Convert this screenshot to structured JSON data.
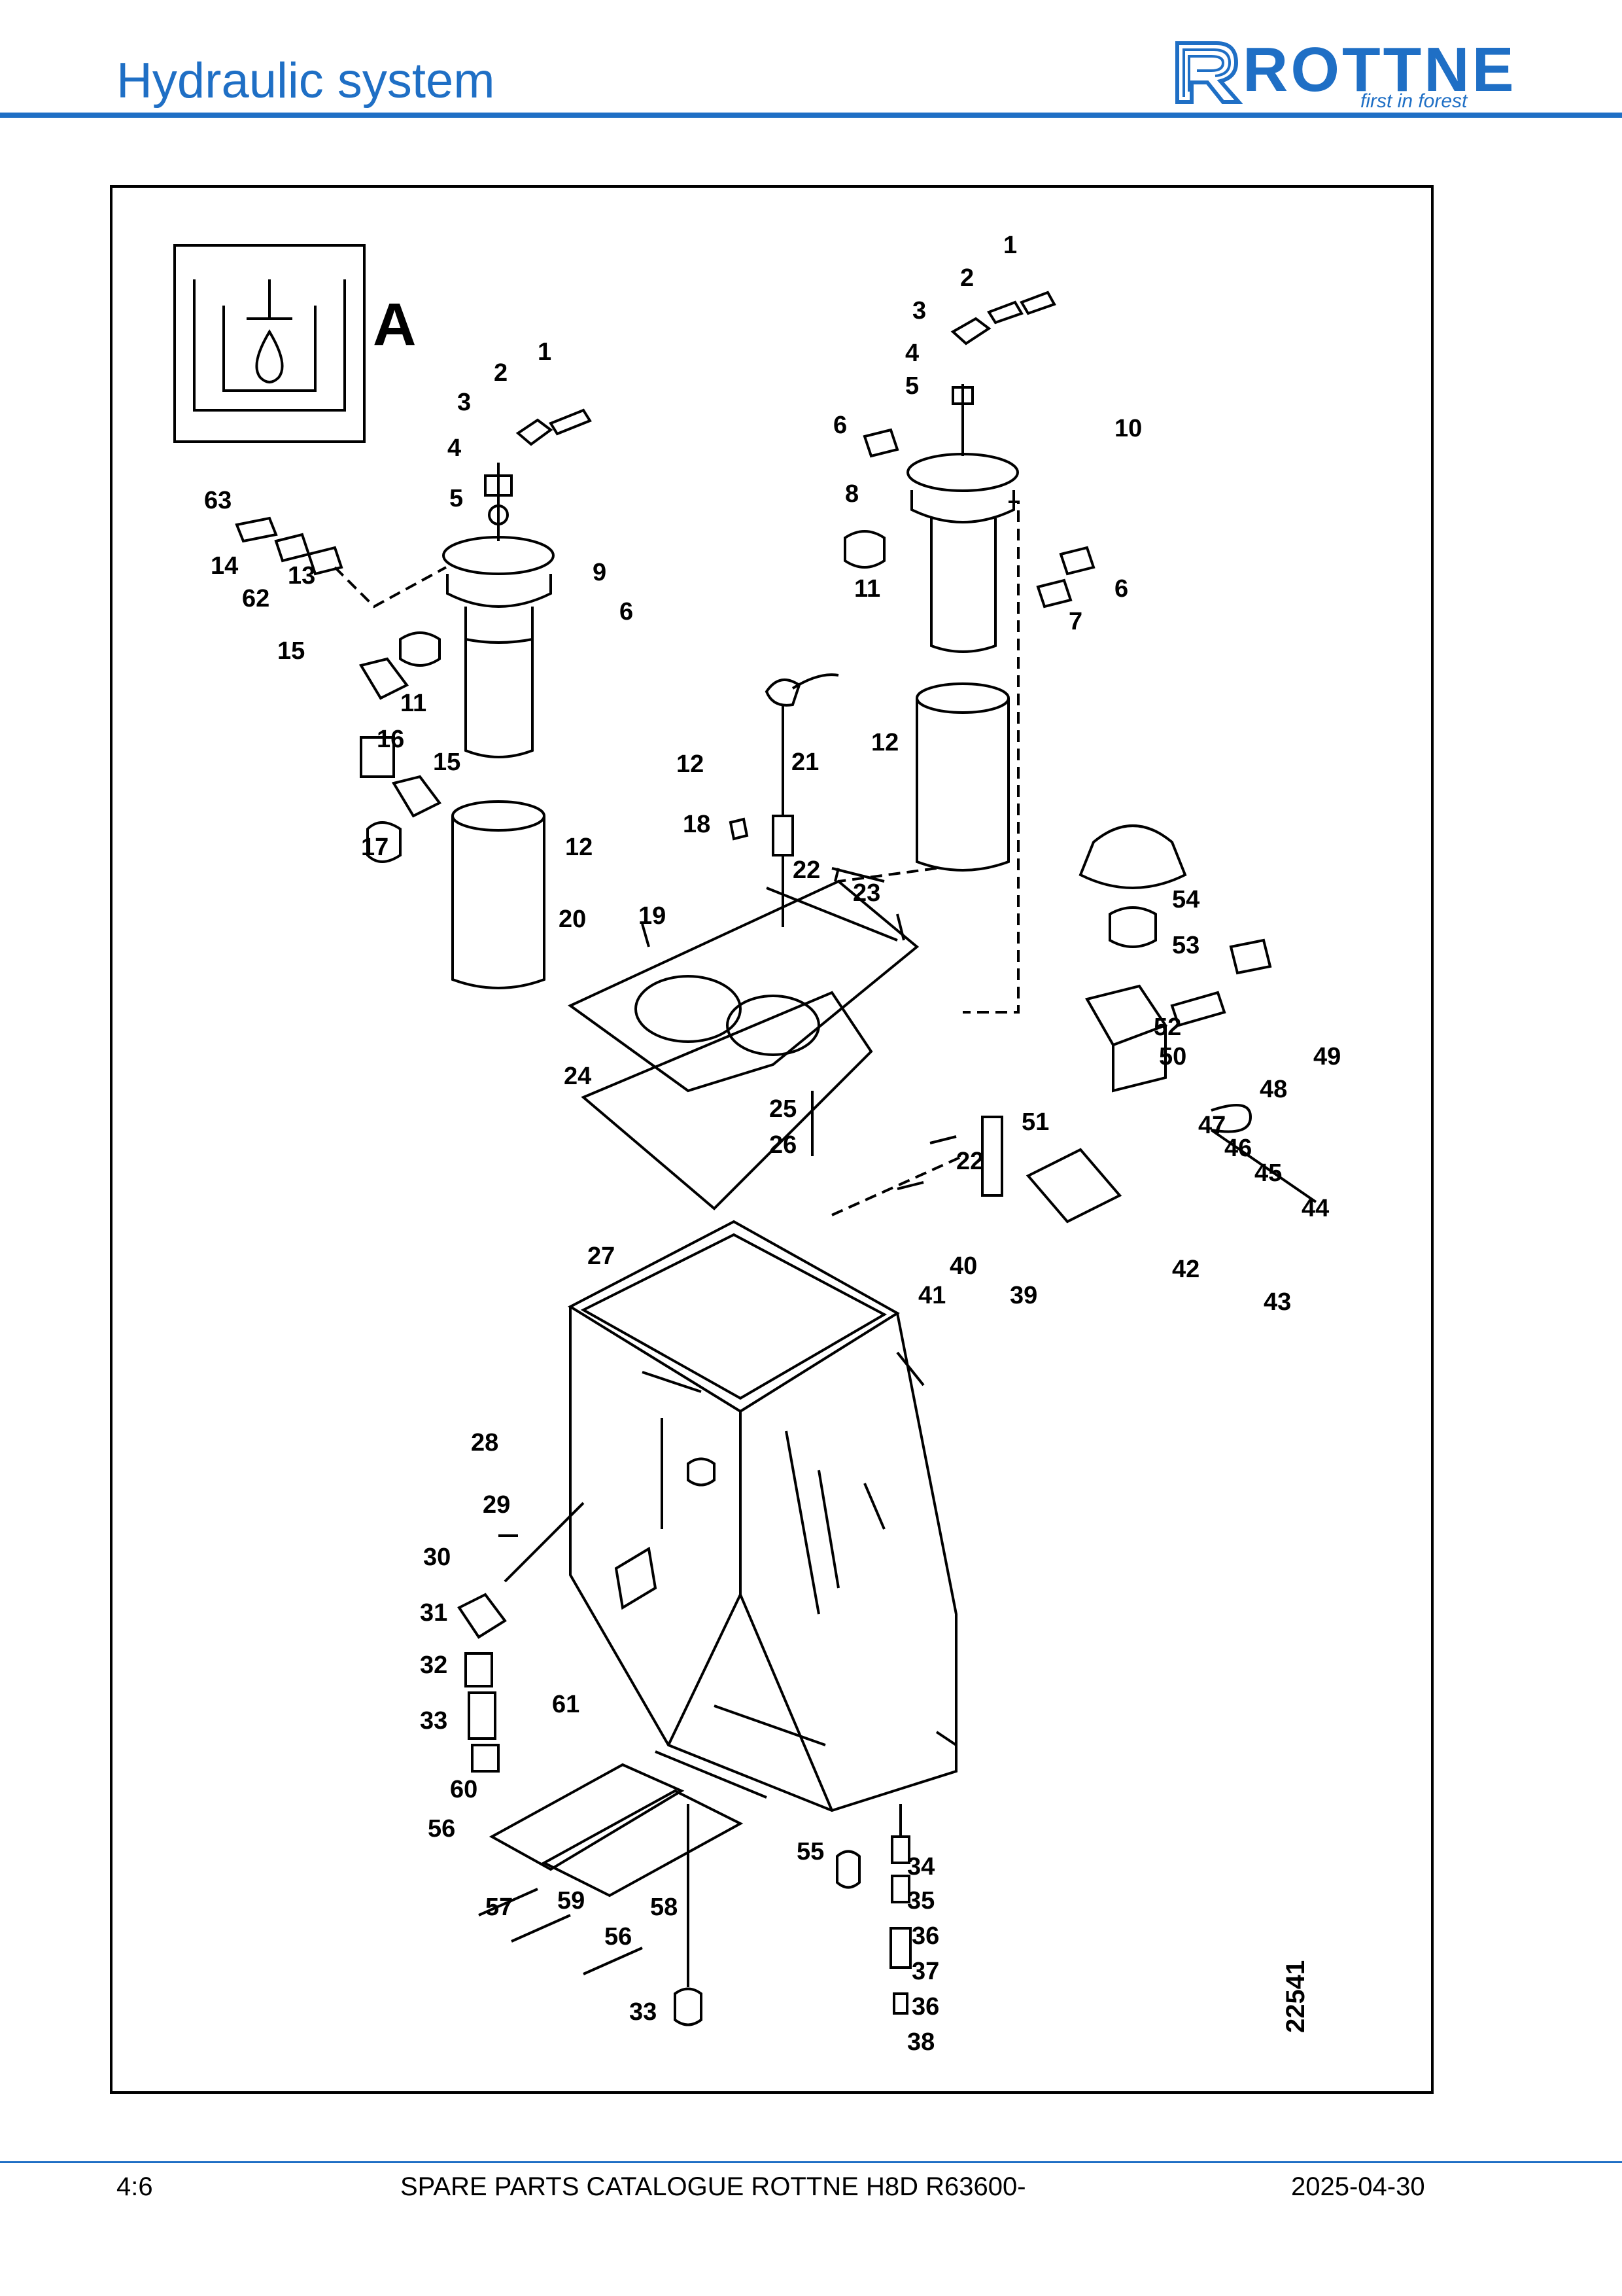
{
  "header": {
    "title": "Hydraulic system",
    "brand": "ROTTNE",
    "tagline": "first in forest"
  },
  "diagram": {
    "view_label": "A",
    "drawing_number": "22541",
    "callouts": [
      "1",
      "2",
      "3",
      "4",
      "5",
      "6",
      "7",
      "8",
      "9",
      "10",
      "11",
      "12",
      "13",
      "14",
      "15",
      "16",
      "17",
      "18",
      "19",
      "20",
      "21",
      "22",
      "23",
      "24",
      "25",
      "26",
      "27",
      "28",
      "29",
      "30",
      "31",
      "32",
      "33",
      "34",
      "35",
      "36",
      "37",
      "38",
      "39",
      "40",
      "41",
      "42",
      "43",
      "44",
      "45",
      "46",
      "47",
      "48",
      "49",
      "50",
      "51",
      "52",
      "53",
      "54",
      "55",
      "56",
      "57",
      "58",
      "59",
      "60",
      "61",
      "62",
      "63"
    ]
  },
  "footer": {
    "page": "4:6",
    "document": "SPARE PARTS CATALOGUE ROTTNE H8D R63600-",
    "date": "2025-04-30"
  },
  "colors": {
    "accent": "#1f6fc5"
  }
}
